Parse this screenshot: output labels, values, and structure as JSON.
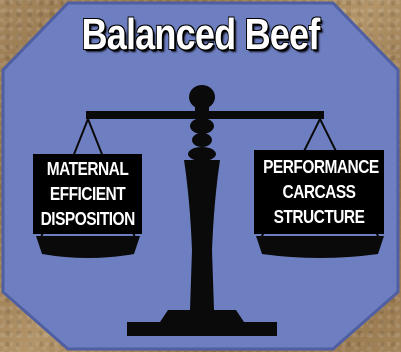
{
  "title": "Balanced Beef",
  "left_pan": {
    "lines": [
      "MATERNAL",
      "EFFICIENT",
      "DISPOSITION"
    ]
  },
  "right_pan": {
    "lines": [
      "PERFORMANCE",
      "CARCASS",
      "STRUCTURE"
    ]
  },
  "colors": {
    "octagon_fill": "#6e7fc1",
    "octagon_border": "#4f5fa1",
    "scale": "#0a0a0a",
    "title_text": "#ffffff",
    "label_bg": "#000000",
    "label_text": "#ffffff"
  }
}
